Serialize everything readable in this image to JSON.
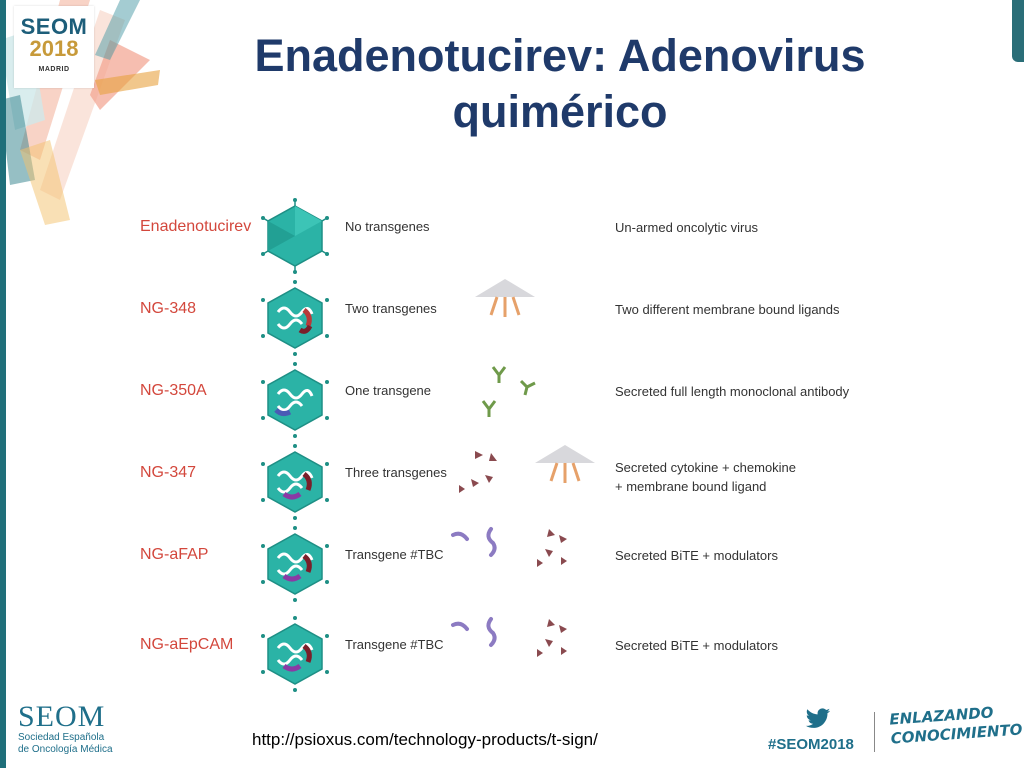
{
  "title": {
    "line1": "Enadenotucirev: Adenovirus",
    "line2": "quimérico"
  },
  "logo_top": {
    "brand": "SEOM",
    "year": "2018",
    "city": "MADRID"
  },
  "colors": {
    "title": "#1f3a6a",
    "name": "#d3473c",
    "virus": "#2bb3a6",
    "accent": "#1f6f8a"
  },
  "rows": [
    {
      "name": "Enadenotucirev",
      "transgene": "No transgenes",
      "desc": [
        "Un-armed oncolytic virus"
      ]
    },
    {
      "name": "NG-348",
      "transgene": "Two transgenes",
      "desc": [
        "Two different membrane bound ligands"
      ]
    },
    {
      "name": "NG-350A",
      "transgene": "One transgene",
      "desc": [
        "Secreted full length monoclonal antibody"
      ]
    },
    {
      "name": "NG-347",
      "transgene": "Three transgenes",
      "desc": [
        "Secreted cytokine + chemokine",
        "+ membrane bound ligand"
      ]
    },
    {
      "name": "NG-aFAP",
      "transgene": "Transgene #TBC",
      "desc": [
        "Secreted BiTE + modulators"
      ]
    },
    {
      "name": "NG-aEpCAM",
      "transgene": "Transgene #TBC",
      "desc": [
        "Secreted BiTE + modulators"
      ]
    }
  ],
  "footer": {
    "brand": "SEOM",
    "sub1": "Sociedad Española",
    "sub2": "de Oncología Médica",
    "url": "http://psioxus.com/technology-products/t-sign/",
    "hashtag": "#SEOM2018",
    "slogan1": "ENLAZANDO",
    "slogan2": "CONOCIMIENTO"
  }
}
